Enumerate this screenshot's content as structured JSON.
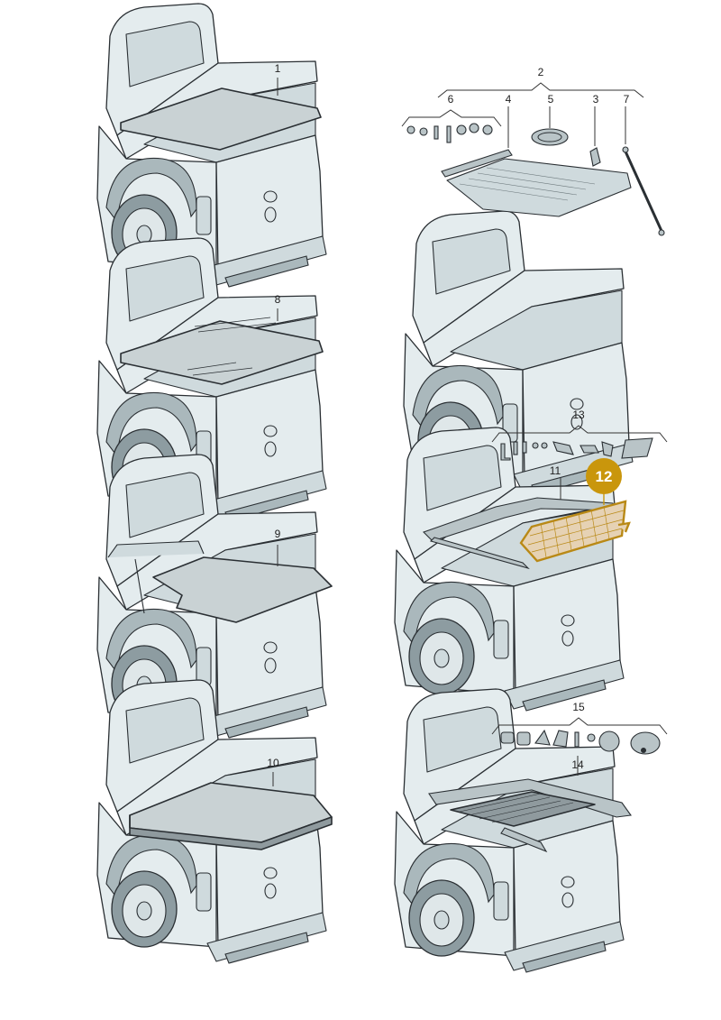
{
  "callouts": {
    "c1": "1",
    "c2": "2",
    "c3": "3",
    "c4": "4",
    "c5": "5",
    "c6": "6",
    "c7": "7",
    "c8": "8",
    "c9": "9",
    "c10": "10",
    "c11": "11",
    "c12": "12",
    "c13": "13",
    "c14": "14",
    "c15": "15"
  },
  "highlight": {
    "part": "12",
    "color": "#c9960c",
    "fill": "#e6d2b4"
  },
  "colors": {
    "vehicle": "#e4ecee",
    "outline": "#2a2f33",
    "cover": "#c9d2d4"
  }
}
